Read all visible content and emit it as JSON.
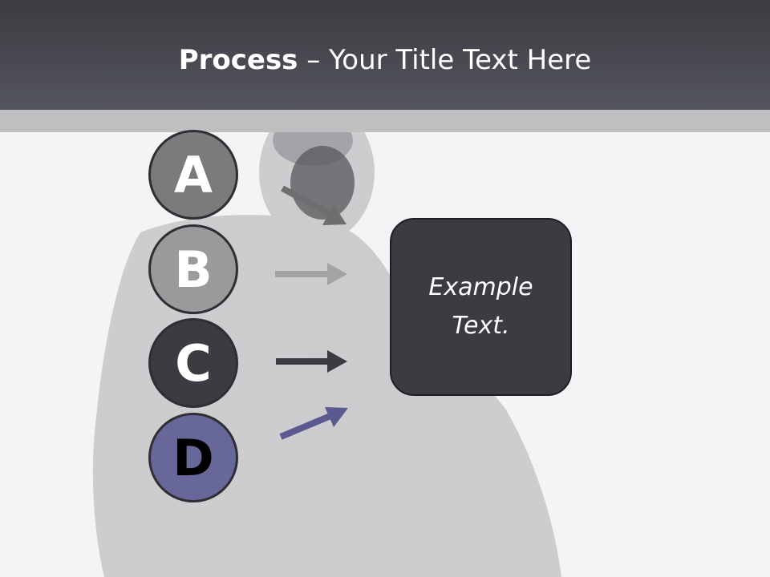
{
  "slide": {
    "title_bold": "Process",
    "title_rest": " – Your Title Text Here"
  },
  "steps": [
    {
      "letter": "A",
      "color": "#7b7b7d",
      "text_color": "#ffffff"
    },
    {
      "letter": "B",
      "color": "#9a9a9c",
      "text_color": "#ffffff"
    },
    {
      "letter": "C",
      "color": "#3b3c42",
      "text_color": "#ffffff"
    },
    {
      "letter": "D",
      "color": "#686799",
      "text_color": "#000000"
    }
  ],
  "arrow_colors": [
    "#6e6e70",
    "#a3a3a5",
    "#3b3c42",
    "#5a5990"
  ],
  "box": {
    "text": "Example Text.",
    "color": "#3b3c42"
  },
  "background_image": "gorilla-photo"
}
